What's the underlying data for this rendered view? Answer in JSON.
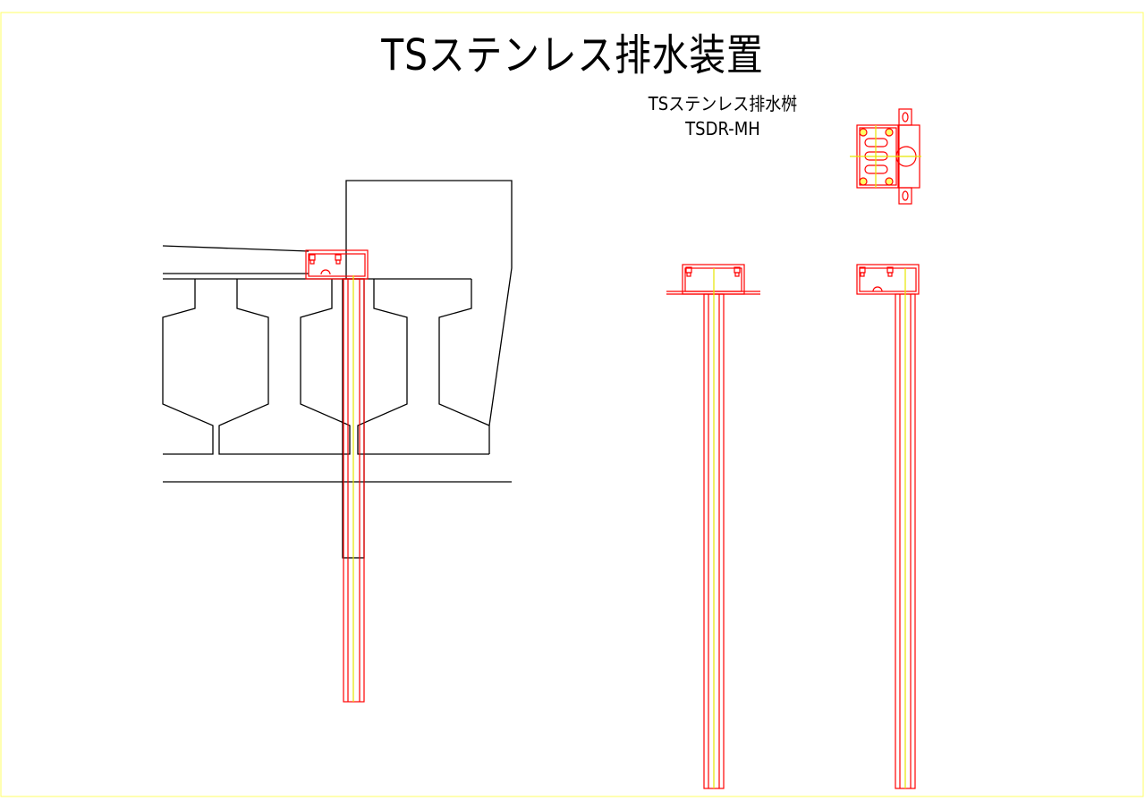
{
  "title": "TSステンレス排水装置",
  "product": {
    "name": "TSステンレス排水桝",
    "model": "TSDR-MH"
  },
  "colors": {
    "border": "#ffff66",
    "device": "#ff0000",
    "centerline": "#e6e600",
    "structure": "#000000"
  }
}
